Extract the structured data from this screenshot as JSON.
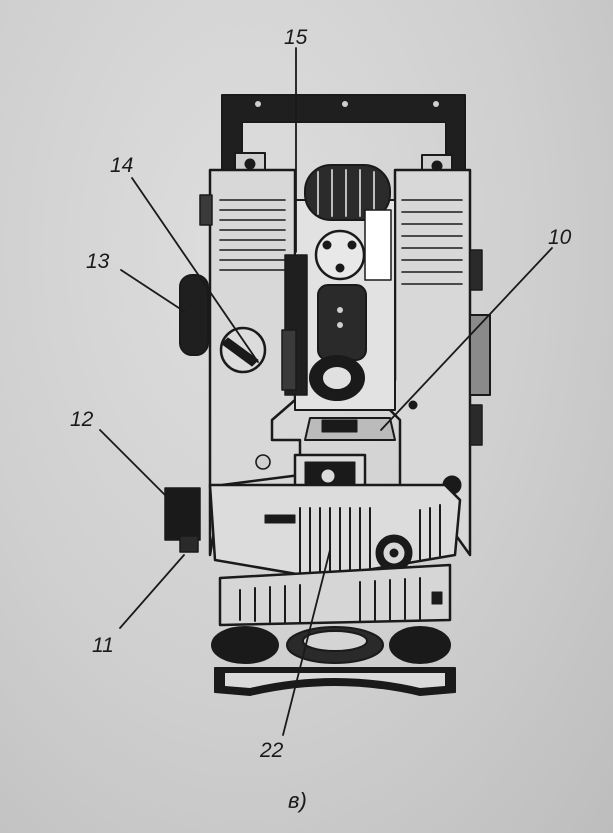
{
  "figure": {
    "caption": "в)",
    "callouts": [
      {
        "id": "15",
        "text": "15"
      },
      {
        "id": "14",
        "text": "14"
      },
      {
        "id": "13",
        "text": "13"
      },
      {
        "id": "10",
        "text": "10"
      },
      {
        "id": "12",
        "text": "12"
      },
      {
        "id": "11",
        "text": "11"
      },
      {
        "id": "22",
        "text": "22"
      }
    ]
  },
  "colors": {
    "ink": "#1a1a1a",
    "paper": "#cfcfcf",
    "body": "#d9d9d9"
  }
}
